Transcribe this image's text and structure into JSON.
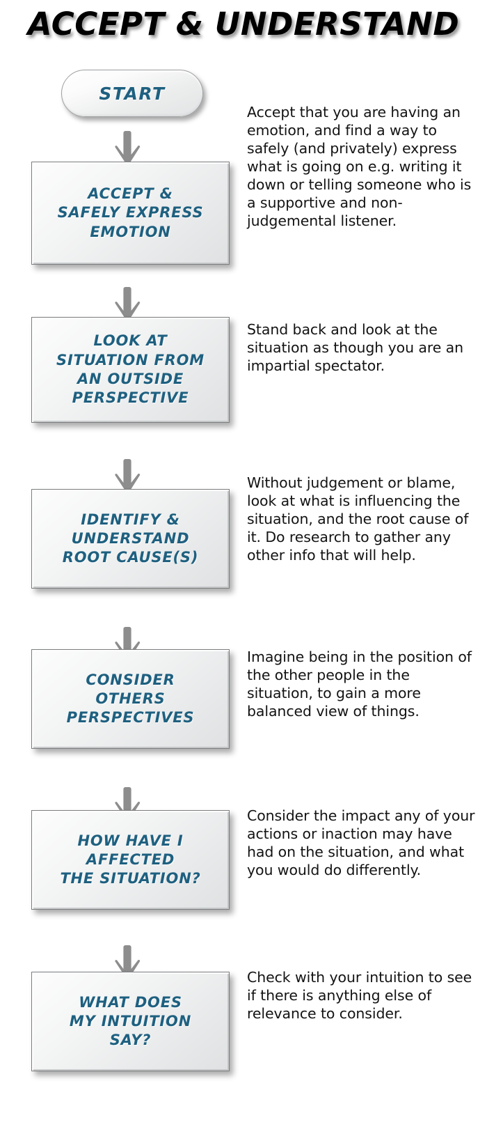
{
  "diagram": {
    "title": "ACCEPT & UNDERSTAND",
    "type": "flowchart",
    "orientation": "vertical",
    "colors": {
      "background": "#ffffff",
      "title_text": "#000000",
      "box_text": "#1e6080",
      "box_fill_light": "#fdfdfd",
      "box_fill_dark": "#dfe1e2",
      "box_border": "#7b7d7f",
      "arrow": "#8b8b8b",
      "description_text": "#131313"
    },
    "start_node": {
      "label": "START",
      "shape": "rounded-pill"
    },
    "arrow_icon": "down-arrow-icon",
    "steps": [
      {
        "id": "step-1",
        "box_label": "ACCEPT &\nSAFELY EXPRESS\nEMOTION",
        "description": "Accept that you are having an emotion, and find a way to safely (and privately) express what is going on e.g. writing it down or telling someone who is a supportive and non-judgemental listener."
      },
      {
        "id": "step-2",
        "box_label": "LOOK AT\nSITUATION FROM\nAN OUTSIDE\nPERSPECTIVE",
        "description": "Stand back and look at the situation as though you are an impartial spectator."
      },
      {
        "id": "step-3",
        "box_label": "IDENTIFY &\nUNDERSTAND\nROOT CAUSE(S)",
        "description": "Without judgement or blame, look at what is influencing the situation, and the root cause of it. Do research to gather any other info that will help."
      },
      {
        "id": "step-4",
        "box_label": "CONSIDER\nOTHERS\nPERSPECTIVES",
        "description": "Imagine being in the position of the other people in the situation, to gain a more balanced view of things."
      },
      {
        "id": "step-5",
        "box_label": "HOW HAVE I\nAFFECTED\nTHE SITUATION?",
        "description": "Consider the impact any of your actions or inaction may have had on the situation, and what you would do differently."
      },
      {
        "id": "step-6",
        "box_label": "WHAT DOES\nMY INTUITION\nSAY?",
        "description": "Check with your intuition to see if there is anything else of relevance to consider."
      }
    ]
  }
}
